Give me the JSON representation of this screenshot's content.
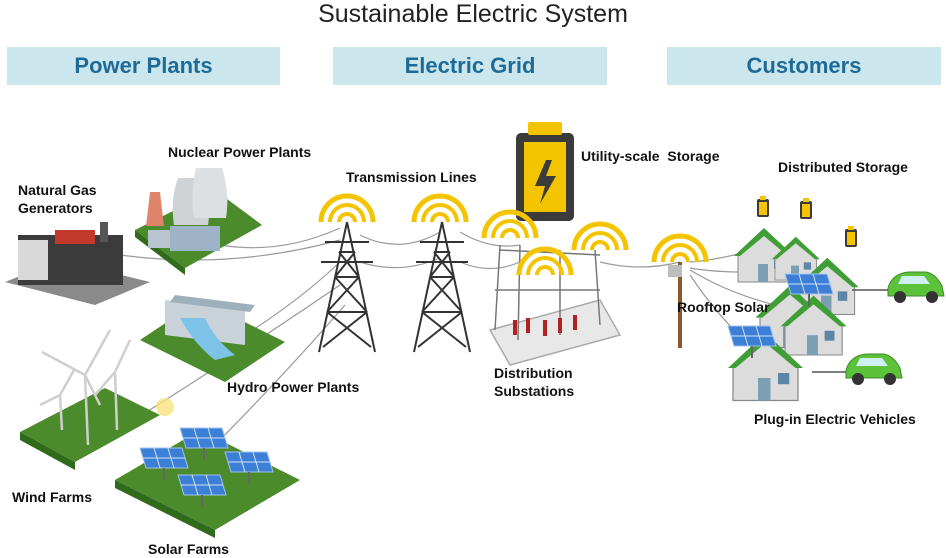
{
  "title": "Sustainable Electric System",
  "sections": {
    "power_plants": "Power Plants",
    "electric_grid": "Electric Grid",
    "customers": "Customers"
  },
  "labels": {
    "natural_gas_1": "Natural Gas",
    "natural_gas_2": "Generators",
    "nuclear": "Nuclear Power Plants",
    "hydro": "Hydro Power Plants",
    "wind": "Wind Farms",
    "solar_farms": "Solar Farms",
    "transmission": "Transmission Lines",
    "distribution_1": "Distribution",
    "distribution_2": "Substations",
    "utility_storage": "Utility-scale  Storage",
    "distributed_storage": "Distributed Storage",
    "rooftop_solar": "Rooftop Solar",
    "ev": "Plug-in Electric Vehicles"
  },
  "colors": {
    "banner_bg": "#cbe6ec",
    "banner_text": "#1f6b98",
    "signal": "#f5c400",
    "grass": "#4c8b2b",
    "house_roof": "#3f9e35",
    "car": "#5cc23a"
  }
}
